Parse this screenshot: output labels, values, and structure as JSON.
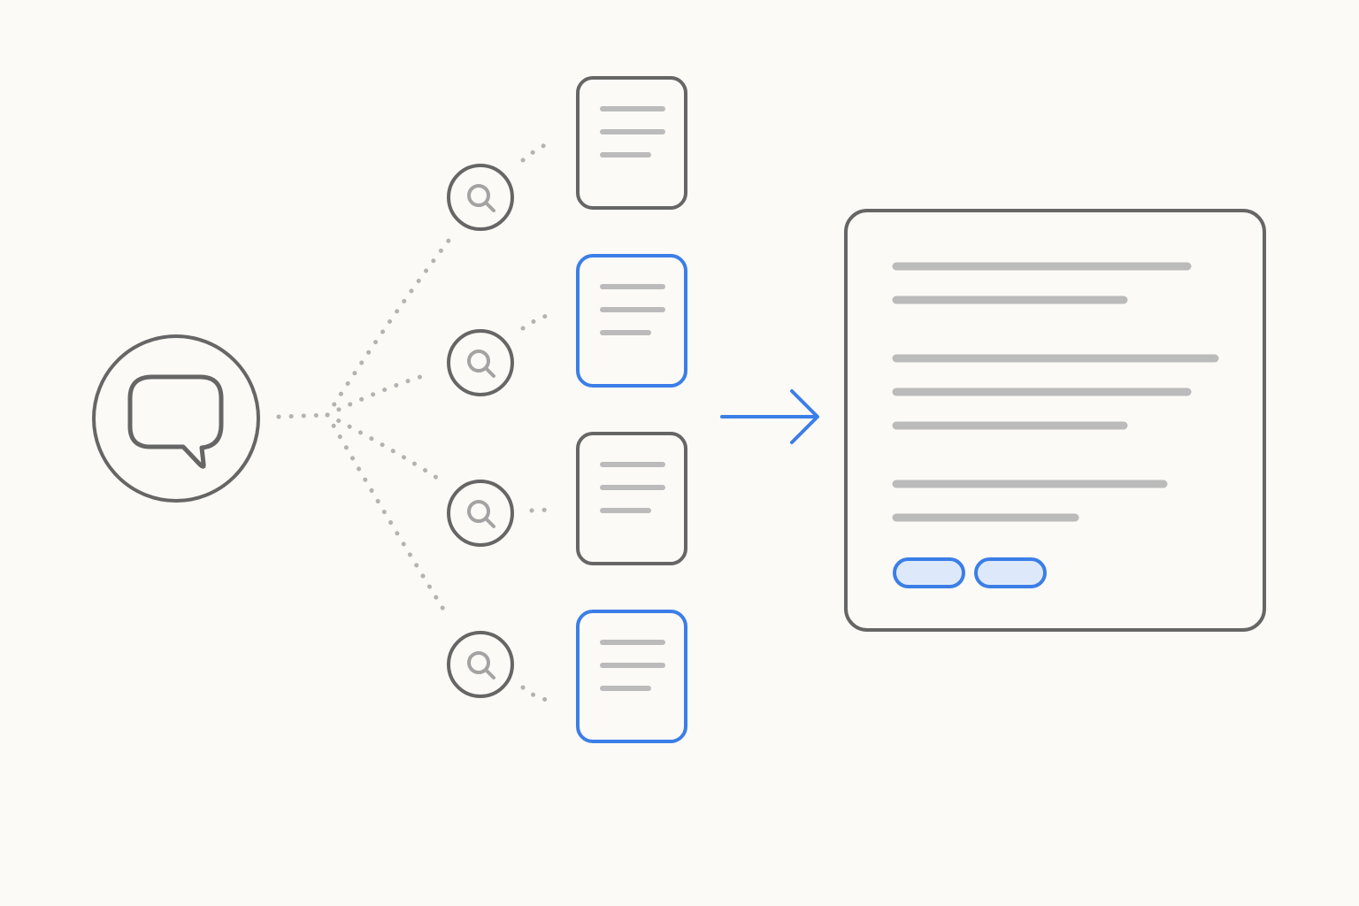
{
  "colors": {
    "background": "#fbfaf6",
    "outline": "#666666",
    "accent": "#3b7ee8",
    "accent_fill": "#dde9fb",
    "text_line": "#bbbbbb",
    "connector": "#b3b3b3",
    "search_glyph": "#a3a3a3"
  },
  "query": {
    "icon": "speech-bubble-icon"
  },
  "retrieval": {
    "search_icon": "magnifier-icon",
    "documents": [
      {
        "highlighted": false,
        "text_lines": 3
      },
      {
        "highlighted": true,
        "text_lines": 3
      },
      {
        "highlighted": false,
        "text_lines": 3
      },
      {
        "highlighted": true,
        "text_lines": 3
      }
    ]
  },
  "flow": {
    "icon": "right-arrow-icon"
  },
  "answer": {
    "paragraph_lines": [
      2,
      3,
      2
    ],
    "buttons": 2
  }
}
